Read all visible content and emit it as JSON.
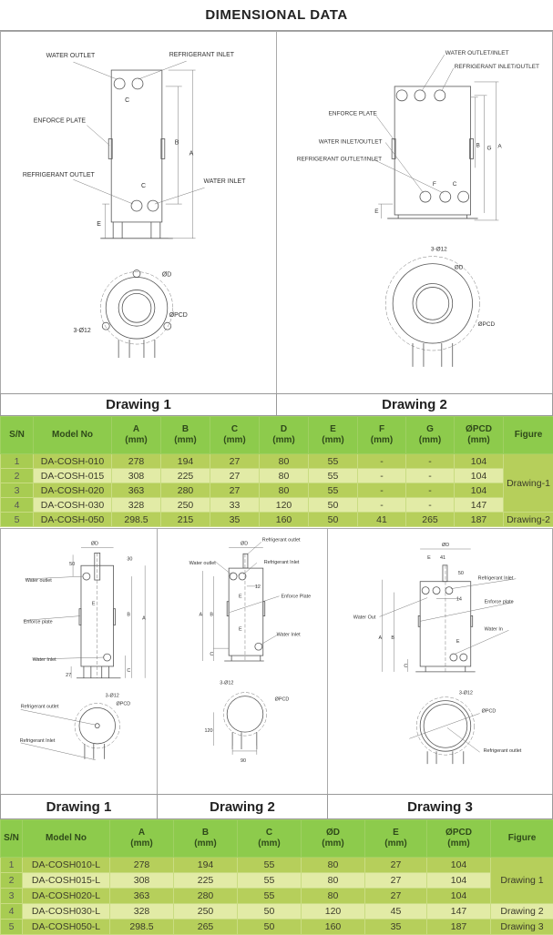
{
  "title": "DIMENSIONAL DATA",
  "top_drawings": {
    "d1": {
      "caption": "Drawing 1",
      "labels": {
        "water_outlet": "WATER OUTLET",
        "refrigerant_inlet": "REFRIGERANT INLET",
        "enforce_plate": "ENFORCE PLATE",
        "refrigerant_outlet": "REFRIGERANT OUTLET",
        "water_inlet": "WATER INLET",
        "a": "A",
        "b": "B",
        "c": "C",
        "e": "E",
        "d": "ØD",
        "pcd": "ØPCD",
        "holes": "3-Ø12"
      }
    },
    "d2": {
      "caption": "Drawing 2",
      "labels": {
        "water_outlet_inlet": "WATER OUTLET/INLET",
        "refrigerant_inlet_outlet": "REFRIGERANT INLET/OUTLET",
        "enforce_plate": "ENFORCE PLATE",
        "water_inlet_outlet": "WATER INLET/OUTLET",
        "refrigerant_outlet_inlet": "REFRIGERANT OUTLET/INLET",
        "a": "A",
        "b": "B",
        "g": "G",
        "e": "E",
        "f": "F",
        "c": "C",
        "d": "ØD",
        "pcd": "ØPCD",
        "holes": "3-Ø12"
      }
    }
  },
  "table1": {
    "headers": [
      [
        "S/N",
        ""
      ],
      [
        "Model No",
        ""
      ],
      [
        "A",
        "(mm)"
      ],
      [
        "B",
        "(mm)"
      ],
      [
        "C",
        "(mm)"
      ],
      [
        "D",
        "(mm)"
      ],
      [
        "E",
        "(mm)"
      ],
      [
        "F",
        "(mm)"
      ],
      [
        "G",
        "(mm)"
      ],
      [
        "ØPCD",
        "(mm)"
      ],
      [
        "Figure",
        ""
      ]
    ],
    "rows": [
      [
        "1",
        "DA-COSH-010",
        "278",
        "194",
        "27",
        "80",
        "55",
        "-",
        "-",
        "104"
      ],
      [
        "2",
        "DA-COSH-015",
        "308",
        "225",
        "27",
        "80",
        "55",
        "-",
        "-",
        "104"
      ],
      [
        "3",
        "DA-COSH-020",
        "363",
        "280",
        "27",
        "80",
        "55",
        "-",
        "-",
        "104"
      ],
      [
        "4",
        "DA-COSH-030",
        "328",
        "250",
        "33",
        "120",
        "50",
        "-",
        "-",
        "147"
      ],
      [
        "5",
        "DA-COSH-050",
        "298.5",
        "215",
        "35",
        "160",
        "50",
        "41",
        "265",
        "187"
      ]
    ],
    "figures": [
      "Drawing-1",
      "Drawing-2"
    ]
  },
  "bottom_drawings": {
    "d1": {
      "caption": "Drawing 1",
      "labels": {
        "water_outlet": "Water outlet",
        "enforce_plate": "Enforce plate",
        "water_inlet": "Water Inlet",
        "refrigerant_outlet": "Refrigerant outlet",
        "refrigerant_inlet": "Refrigerant Inlet",
        "d": "ØD",
        "dim50": "50",
        "dim30": "30",
        "dim27": "27",
        "a": "A",
        "b": "B",
        "c": "C",
        "e": "E",
        "pcd": "ØPCD",
        "holes": "3-Ø12"
      }
    },
    "d2": {
      "caption": "Drawing 2",
      "labels": {
        "refrigerant_outlet": "Refrigerant outlet",
        "refrigerant_inlet": "Refrigerant Inlet",
        "water_outlet": "Water outlet",
        "enforce_plate": "Enforce Plate",
        "water_inlet": "Water Inlet",
        "d": "ØD",
        "dim12": "12",
        "a": "A",
        "b": "B",
        "c": "C",
        "e": "E",
        "holes": "3-Ø12",
        "pcd": "ØPCD",
        "dim120": "120",
        "dim90": "90"
      }
    },
    "d3": {
      "caption": "Drawing 3",
      "labels": {
        "d": "ØD",
        "e": "E",
        "dim41": "41",
        "dim50": "50",
        "refrigerant_inlet": "Refrigerant Inlet",
        "dim14": "14",
        "enforce_plate": "Enforce plate",
        "water_out": "Water Out",
        "water_in": "Water In",
        "a": "A",
        "b": "B",
        "c": "C",
        "holes": "3-Ø12",
        "pcd": "ØPCD",
        "refrigerant_outlet": "Refrigerant outlet"
      }
    }
  },
  "table2": {
    "headers": [
      [
        "S/N",
        ""
      ],
      [
        "Model No",
        ""
      ],
      [
        "A",
        "(mm)"
      ],
      [
        "B",
        "(mm)"
      ],
      [
        "C",
        "(mm)"
      ],
      [
        "ØD",
        "(mm)"
      ],
      [
        "E",
        "(mm)"
      ],
      [
        "ØPCD",
        "(mm)"
      ],
      [
        "Figure",
        ""
      ]
    ],
    "rows": [
      [
        "1",
        "DA-COSH010-L",
        "278",
        "194",
        "55",
        "80",
        "27",
        "104"
      ],
      [
        "2",
        "DA-COSH015-L",
        "308",
        "225",
        "55",
        "80",
        "27",
        "104"
      ],
      [
        "3",
        "DA-COSH020-L",
        "363",
        "280",
        "55",
        "80",
        "27",
        "104"
      ],
      [
        "4",
        "DA-COSH030-L",
        "328",
        "250",
        "50",
        "120",
        "45",
        "147"
      ],
      [
        "5",
        "DA-COSH050-L",
        "298.5",
        "265",
        "50",
        "160",
        "35",
        "187"
      ]
    ],
    "figures": [
      "Drawing 1",
      "Drawing 2",
      "Drawing 3"
    ]
  }
}
